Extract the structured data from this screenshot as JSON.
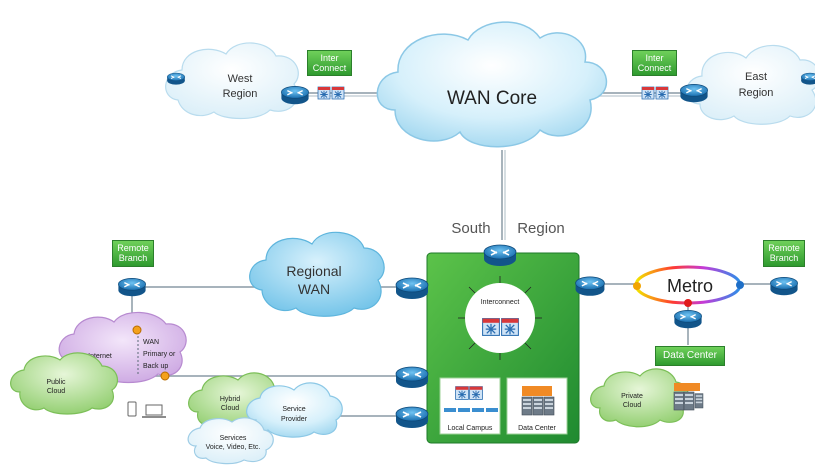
{
  "wan_core": "WAN Core",
  "west_region": [
    "West",
    "Region"
  ],
  "east_region": [
    "East",
    "Region"
  ],
  "inter_connect": [
    "Inter",
    "Connect"
  ],
  "south_region": [
    "South",
    "Region"
  ],
  "regional_wan": [
    "Regional",
    "WAN"
  ],
  "remote_branch": [
    "Remote",
    "Branch"
  ],
  "metro": "Metro",
  "data_center_tag": "Data Center",
  "interconnect_label": "Interconnect",
  "local_campus": "Local Campus",
  "data_center_box": "Data Center",
  "internet": "Internet",
  "wan_primary_backup": [
    "WAN",
    "Primary or",
    "Back up"
  ],
  "public_cloud": [
    "Public",
    "Cloud"
  ],
  "hybrid_cloud": [
    "Hybrid",
    "Cloud"
  ],
  "service_provider": [
    "Service",
    "Provider"
  ],
  "services": [
    "Services",
    "Voice, Video, Etc."
  ],
  "private_cloud": [
    "Private",
    "Cloud"
  ],
  "colors": {
    "cloud_blue": "#bfe7f7",
    "cloud_green": "#a9d98c",
    "cloud_purple": "#d9b8ea",
    "hub_green": "#2ea83a",
    "router_blue": "#2b8fd0",
    "line": "#8a9aa6"
  }
}
